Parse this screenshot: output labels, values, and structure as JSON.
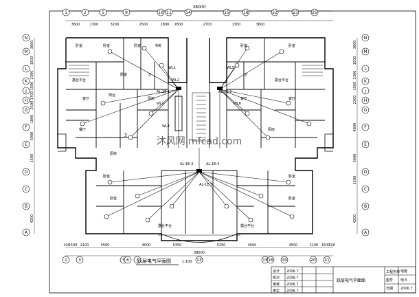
{
  "drawing": {
    "plan_title": "跃层电气平面图",
    "plan_scale": "1:100",
    "overall_dimension": "38000",
    "watermark": "沐风网 mfcad.com"
  },
  "grid_axes": {
    "top": [
      "1",
      "2",
      "5",
      "9",
      "10",
      "11",
      "14",
      "15",
      "18",
      "22",
      "23",
      "25"
    ],
    "bottom": [
      "1",
      "3",
      "5",
      "6",
      "7",
      "13",
      "15",
      "16",
      "19",
      "20",
      "21"
    ],
    "left": [
      "N",
      "M",
      "L",
      "K",
      "J",
      "H",
      "G",
      "F",
      "E",
      "D",
      "C",
      "B",
      "A"
    ],
    "right": [
      "N",
      "M",
      "L",
      "K",
      "J",
      "H",
      "G",
      "F",
      "E",
      "D",
      "C",
      "B",
      "A"
    ]
  },
  "dimensions": {
    "top": [
      "3600",
      "1300",
      "3200",
      "2500",
      "1800",
      "2800",
      "2700",
      "1300",
      "3600"
    ],
    "bottom": [
      "100",
      "1500",
      "2100",
      "4500",
      "4000",
      "5350",
      "5250",
      "4000",
      "4500",
      "2100",
      "1500",
      "100"
    ],
    "bottom_total": "38000",
    "left": [
      "3600",
      "1500",
      "2300",
      "1500",
      "1700",
      "2500",
      "1800",
      "3000",
      "1500",
      "4200"
    ],
    "right": [
      "3600",
      "1500",
      "2300",
      "1500",
      "2300",
      "4800",
      "3000",
      "1500",
      "4200"
    ]
  },
  "room_labels": [
    "卧室",
    "卧室",
    "卧室",
    "书房",
    "卧室",
    "卫",
    "客厅",
    "阳台",
    "厨房",
    "餐厅",
    "露台平台",
    "露台平台",
    "卧室",
    "卧室",
    "卫",
    "卫",
    "客厅",
    "客厅",
    "厨房",
    "厨房",
    "卧室",
    "卧室",
    "露台平台",
    "露台平台",
    "卧室",
    "卧室"
  ],
  "circuit_labels": [
    "WL1",
    "WL2",
    "WL3",
    "WL4",
    "WL5",
    "WL6",
    "AL-1E-1",
    "AL-1E-2",
    "AL-1E-3",
    "AL-1E-4",
    "AL-1E-5"
  ],
  "title_block": {
    "drawing_name": "跃层电气平面图",
    "sheet_no": "电施",
    "rows": [
      "设计",
      "校对",
      "审核",
      "审定"
    ],
    "dates": [
      "2006.7",
      "2006.7",
      "2006.7",
      "2006.7"
    ],
    "fields": [
      "工程名称",
      "图号",
      "日期"
    ],
    "field_values": [
      "",
      "电-5",
      "2006.7"
    ]
  }
}
